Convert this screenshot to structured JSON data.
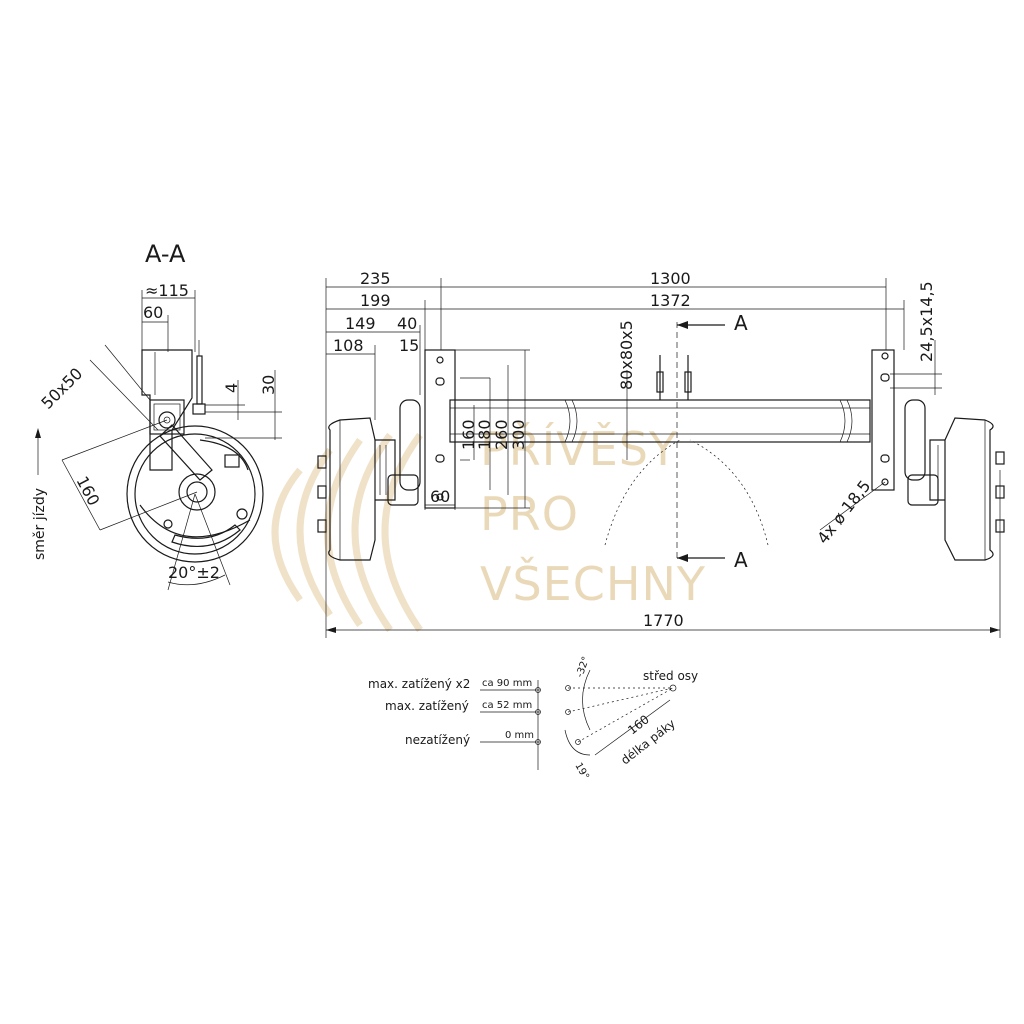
{
  "section_title": "A-A",
  "direction_label": "směr jízdy",
  "section_view": {
    "dims": [
      "≈115",
      "60",
      "50x50",
      "4",
      "30",
      "160",
      "20°±2"
    ]
  },
  "main_view": {
    "top_dims": [
      "235",
      "1300",
      "199",
      "1372",
      "149",
      "40",
      "108",
      "15"
    ],
    "tube_dim": "80x80x5",
    "right_dim": "24,5x14,5",
    "plate_dims": [
      "160",
      "180",
      "260",
      "300"
    ],
    "bottom_small": "60",
    "holes": "4x ø 18,5",
    "overall": "1770",
    "section_marks": [
      "A",
      "A"
    ]
  },
  "lever_diagram": {
    "rows": [
      {
        "label": "max. zatížený x2",
        "value": "ca 90 mm"
      },
      {
        "label": "max. zatížený",
        "value": "ca 52 mm"
      },
      {
        "label": "nezatížený",
        "value": "0 mm"
      }
    ],
    "angle_top": "-32°",
    "angle_bottom": "19°",
    "center_label": "střed osy",
    "lever_len": "160",
    "lever_label": "délka páky"
  },
  "watermark": [
    "PŘÍVĚSY",
    "PRO",
    "VŠECHNY"
  ]
}
